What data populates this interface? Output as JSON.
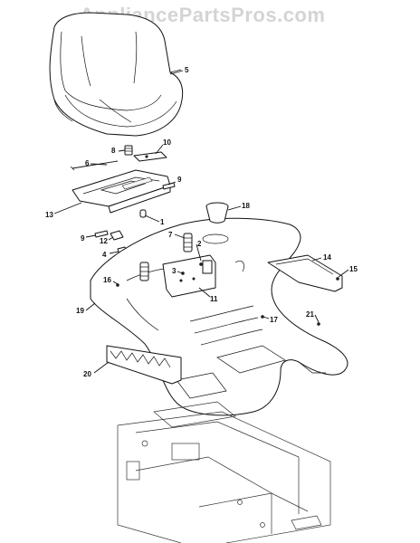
{
  "watermark": "AppliancePartsPros.com",
  "callouts": [
    {
      "id": "c1",
      "text": "1"
    },
    {
      "id": "c2",
      "text": "2"
    },
    {
      "id": "c3",
      "text": "3"
    },
    {
      "id": "c4",
      "text": "4"
    },
    {
      "id": "c5",
      "text": "5"
    },
    {
      "id": "c6",
      "text": "6"
    },
    {
      "id": "c7",
      "text": "7"
    },
    {
      "id": "c8",
      "text": "8"
    },
    {
      "id": "c9a",
      "text": "9"
    },
    {
      "id": "c9b",
      "text": "9"
    },
    {
      "id": "c10",
      "text": "10"
    },
    {
      "id": "c11",
      "text": "11"
    },
    {
      "id": "c12",
      "text": "12"
    },
    {
      "id": "c13",
      "text": "13"
    },
    {
      "id": "c14",
      "text": "14"
    },
    {
      "id": "c15",
      "text": "15"
    },
    {
      "id": "c16",
      "text": "16"
    },
    {
      "id": "c17",
      "text": "17"
    },
    {
      "id": "c18",
      "text": "18"
    },
    {
      "id": "c19",
      "text": "19"
    },
    {
      "id": "c20",
      "text": "20"
    },
    {
      "id": "c21",
      "text": "21"
    }
  ]
}
